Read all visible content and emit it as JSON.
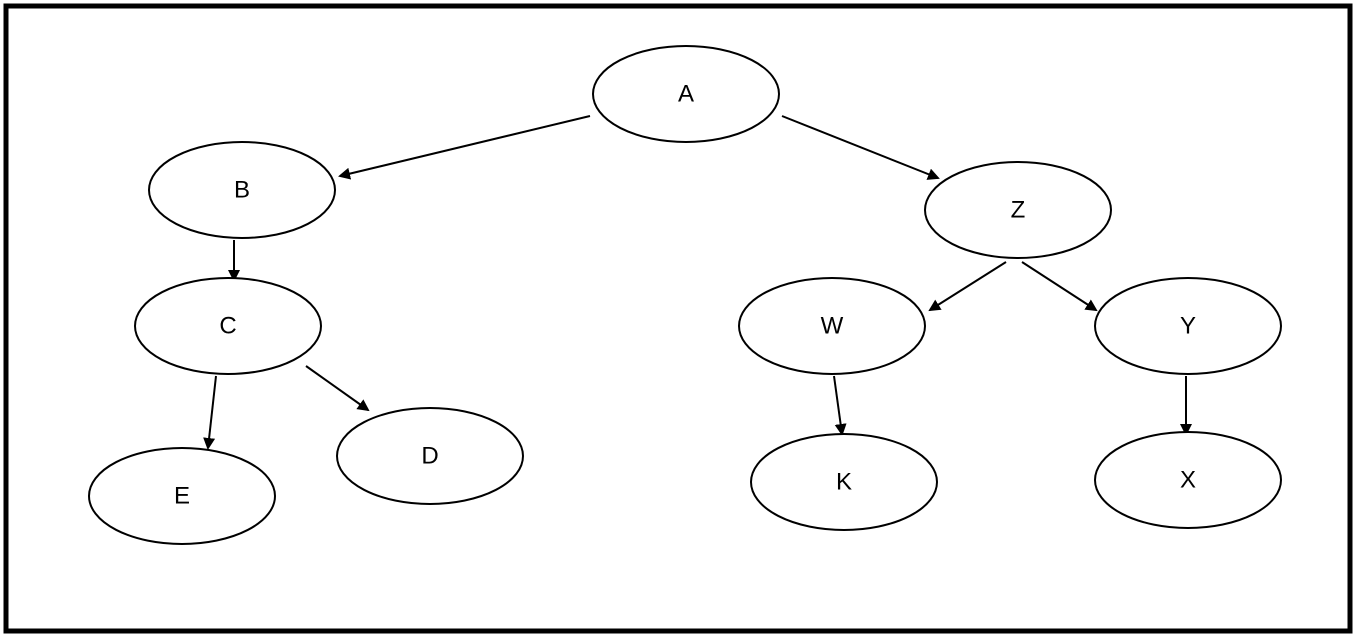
{
  "diagram": {
    "type": "tree",
    "nodes": [
      {
        "id": "A",
        "label": "A"
      },
      {
        "id": "B",
        "label": "B"
      },
      {
        "id": "Z",
        "label": "Z"
      },
      {
        "id": "C",
        "label": "C"
      },
      {
        "id": "W",
        "label": "W"
      },
      {
        "id": "Y",
        "label": "Y"
      },
      {
        "id": "E",
        "label": "E"
      },
      {
        "id": "D",
        "label": "D"
      },
      {
        "id": "K",
        "label": "K"
      },
      {
        "id": "X",
        "label": "X"
      }
    ],
    "edges": [
      {
        "from": "A",
        "to": "B"
      },
      {
        "from": "A",
        "to": "Z"
      },
      {
        "from": "B",
        "to": "C"
      },
      {
        "from": "C",
        "to": "E"
      },
      {
        "from": "C",
        "to": "D"
      },
      {
        "from": "Z",
        "to": "W"
      },
      {
        "from": "Z",
        "to": "Y"
      },
      {
        "from": "W",
        "to": "K"
      },
      {
        "from": "Y",
        "to": "X"
      }
    ],
    "colors": {
      "stroke": "#000000",
      "fill": "#ffffff",
      "text": "#000000",
      "frame": "#000000"
    }
  }
}
